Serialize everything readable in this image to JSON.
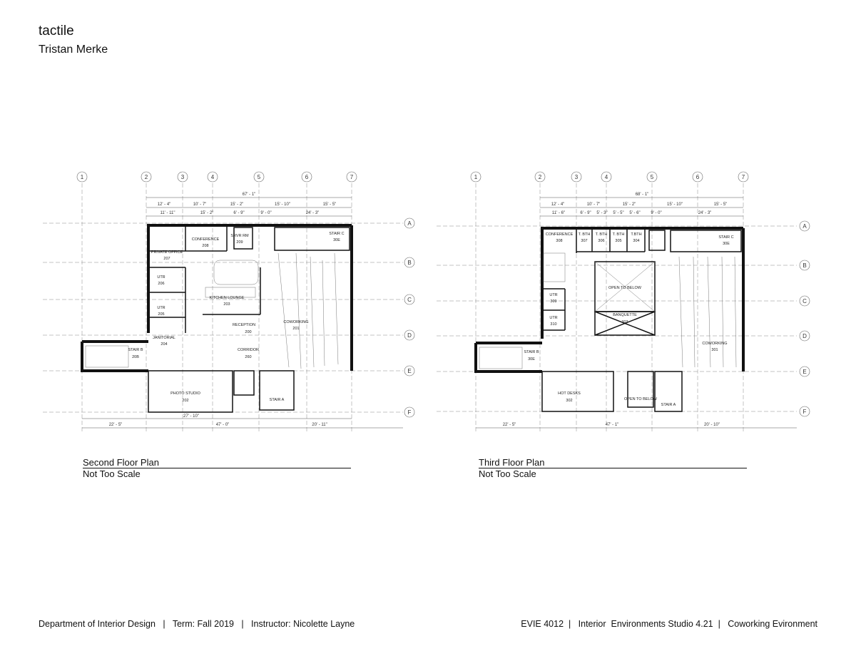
{
  "header": {
    "title": "tactile",
    "author": "Tristan Merke"
  },
  "footer": {
    "left": "Department of Interior Design   |   Term: Fall 2019   |   Instructor: Nicolette Layne",
    "right": "EVIE 4012  |   Interior  Environments Studio 4.21  |   Coworking Evironment"
  },
  "plans": [
    {
      "caption": "Second Floor Plan",
      "scale": "Not Too Scale",
      "grid_cols": [
        "1",
        "2",
        "3",
        "4",
        "5",
        "6",
        "7"
      ],
      "grid_rows": [
        "A",
        "B",
        "C",
        "D",
        "E",
        "F"
      ],
      "top_dims": [
        "67' - 1\"",
        "12' - 4\"",
        "10' - 7\"",
        "15' - 2\"",
        "15' - 10\"",
        "15' - 5\"",
        "11' - 11\"",
        "15' - 2\"",
        "6' - 9\"",
        "9' - 0\"",
        "24' - 3\""
      ],
      "bottom_dims": [
        "22' - 5\"",
        "27' - 10\"",
        "47' - 0\"",
        "20' - 11\""
      ],
      "rooms": [
        {
          "name": "CONFERENCE",
          "num": "208"
        },
        {
          "name": "SRVR RM",
          "num": "209"
        },
        {
          "name": "STAIR C",
          "num": "30E"
        },
        {
          "name": "PRIVATE OFFICE",
          "num": "207"
        },
        {
          "name": "UTR",
          "num": "206"
        },
        {
          "name": "UTR",
          "num": "205"
        },
        {
          "name": "KITCHEN LOUNGE",
          "num": "203"
        },
        {
          "name": "RECEPTION",
          "num": "200"
        },
        {
          "name": "COWORKING",
          "num": "201"
        },
        {
          "name": "JANITORIAL",
          "num": "204"
        },
        {
          "name": "STAIR B",
          "num": "20B"
        },
        {
          "name": "CORRIDOR",
          "num": "260"
        },
        {
          "name": "PHOTO STUDIO",
          "num": "202"
        },
        {
          "name": "STAIR A",
          "num": ""
        }
      ]
    },
    {
      "caption": "Third Floor Plan",
      "scale": "Not Too Scale",
      "grid_cols": [
        "1",
        "2",
        "3",
        "4",
        "5",
        "6",
        "7"
      ],
      "grid_rows": [
        "A",
        "B",
        "C",
        "D",
        "E",
        "F"
      ],
      "top_dims": [
        "68' - 1\"",
        "12' - 4\"",
        "10' - 7\"",
        "15' - 2\"",
        "15' - 10\"",
        "15' - 5\"",
        "11' - 6\"",
        "6' - 9\"",
        "5' - 3\"",
        "5' - 5\"",
        "5' - 6\"",
        "9' - 0\"",
        "24' - 3\""
      ],
      "bottom_dims": [
        "22' - 5\"",
        "47' - 1\"",
        "20' - 10\""
      ],
      "rooms": [
        {
          "name": "CONFERENCE",
          "num": "308"
        },
        {
          "name": "T. BTH",
          "num": "307"
        },
        {
          "name": "T. BTH",
          "num": "306"
        },
        {
          "name": "T. BTH",
          "num": "305"
        },
        {
          "name": "T.BTH",
          "num": "304"
        },
        {
          "name": "STAIR C",
          "num": "30E"
        },
        {
          "name": "OPEN TO BELOW",
          "num": ""
        },
        {
          "name": "UTR",
          "num": "309"
        },
        {
          "name": "UTR",
          "num": "310"
        },
        {
          "name": "BANQUETTE",
          "num": "303"
        },
        {
          "name": "COWORKING",
          "num": "301"
        },
        {
          "name": "STAIR B",
          "num": "30E"
        },
        {
          "name": "HOT DESKS",
          "num": "302"
        },
        {
          "name": "OPEN TO BELOW",
          "num": ""
        },
        {
          "name": "STAIR A",
          "num": ""
        }
      ]
    }
  ]
}
